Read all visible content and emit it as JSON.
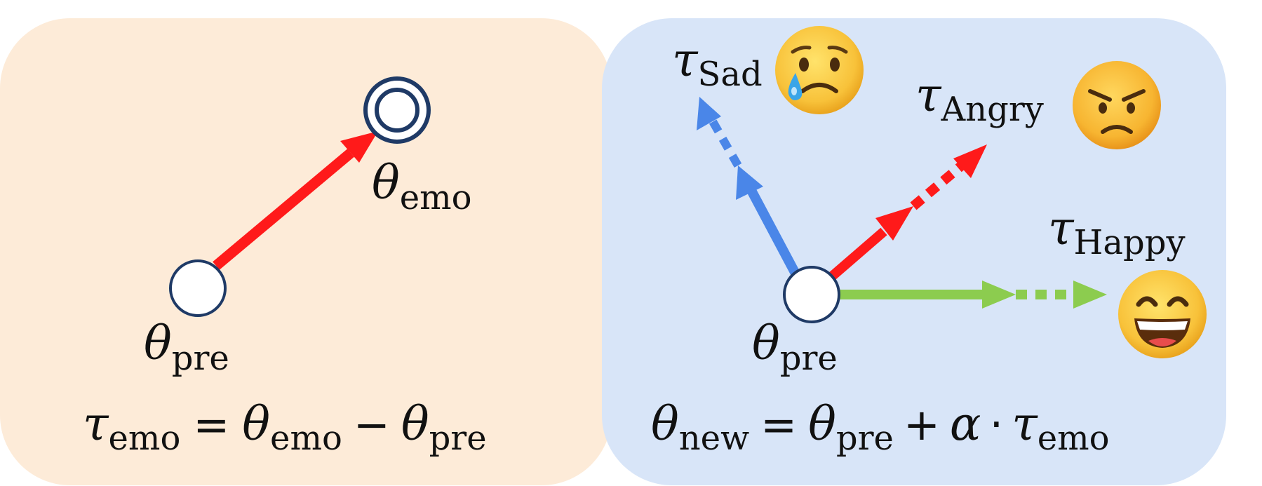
{
  "colors": {
    "left_panel_bg": "#fdebd8",
    "right_panel_bg": "#d8e5f8",
    "node_stroke": "#1f3a66",
    "red_arrow": "#ff1a1a",
    "blue_arrow": "#4a86e8",
    "green_arrow": "#8ccc4f"
  },
  "left_panel": {
    "node_pre": {
      "symbol": "θ",
      "subscript": "pre"
    },
    "node_emo": {
      "symbol": "θ",
      "subscript": "emo"
    },
    "equation": {
      "lhs_symbol": "τ",
      "lhs_sub": "emo",
      "eq": "=",
      "t1_symbol": "θ",
      "t1_sub": "emo",
      "minus": "−",
      "t2_symbol": "θ",
      "t2_sub": "pre"
    }
  },
  "right_panel": {
    "node_pre": {
      "symbol": "θ",
      "subscript": "pre"
    },
    "vectors": [
      {
        "symbol": "τ",
        "subscript": "Sad",
        "emoji": "sad-face-icon"
      },
      {
        "symbol": "τ",
        "subscript": "Angry",
        "emoji": "angry-face-icon"
      },
      {
        "symbol": "τ",
        "subscript": "Happy",
        "emoji": "happy-face-icon"
      }
    ],
    "equation": {
      "lhs_symbol": "θ",
      "lhs_sub": "new",
      "eq": "=",
      "t1_symbol": "θ",
      "t1_sub": "pre",
      "plus": "+",
      "alpha": "α",
      "dot": "·",
      "t2_symbol": "τ",
      "t2_sub": "emo"
    }
  }
}
